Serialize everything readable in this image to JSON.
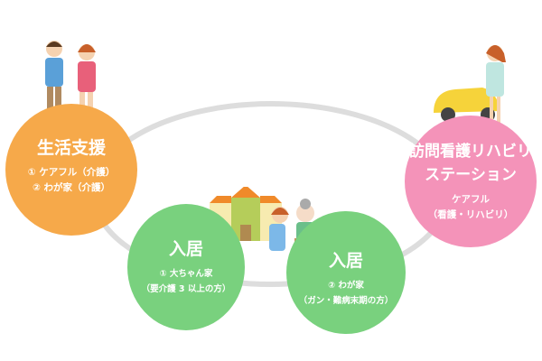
{
  "nodes": [
    {
      "title": "生活支援",
      "lines": [
        "① ケアフル（介護）",
        "② わが家（介護）"
      ],
      "color": "#f6a94a"
    },
    {
      "title": "訪問看護リハビリ",
      "title2": "ステーション",
      "lines": [
        "ケアフル",
        "（看護・リハビリ）"
      ],
      "color": "#f493b9"
    },
    {
      "title": "入居",
      "lines": [
        "① 大ちゃん家",
        "（要介護 3 以上の方）"
      ],
      "color": "#79d17e"
    },
    {
      "title": "入居",
      "lines": [
        "② わが家",
        "（ガン・難病末期の方）"
      ],
      "color": "#79d17e"
    }
  ],
  "ring_color": "#dddddd"
}
